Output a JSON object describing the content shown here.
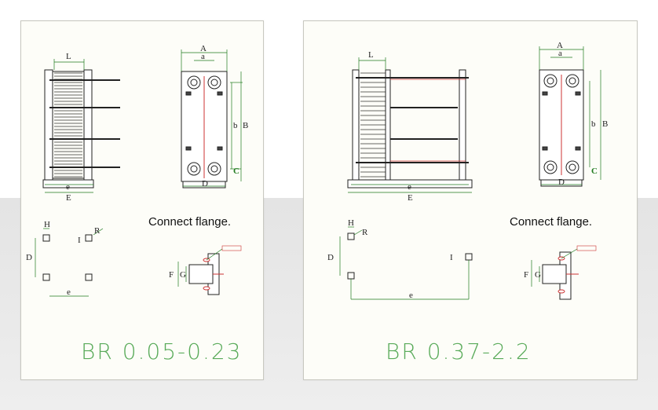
{
  "panels": [
    {
      "model": "BR 0.05-0.23",
      "section_title": "Connect flange.",
      "dims": {
        "L": "L",
        "E": "E",
        "e": "e",
        "A": "A",
        "a": "a",
        "b": "b",
        "B": "B",
        "C": "C",
        "D": "D",
        "H": "H",
        "I": "I",
        "R": "R",
        "F": "F",
        "G": "G"
      }
    },
    {
      "model": "BR 0.37-2.2",
      "section_title": "Connect flange.",
      "dims": {
        "L": "L",
        "E": "E",
        "e": "e",
        "A": "A",
        "a": "a",
        "b": "b",
        "B": "B",
        "C": "C",
        "D": "D",
        "H": "H",
        "I": "I",
        "R": "R",
        "F": "F",
        "G": "G"
      }
    }
  ],
  "colors": {
    "dimension": "#1f7a1f",
    "drawing": "#222222",
    "accent": "#cc3333",
    "model_text": "#5aab5a"
  }
}
